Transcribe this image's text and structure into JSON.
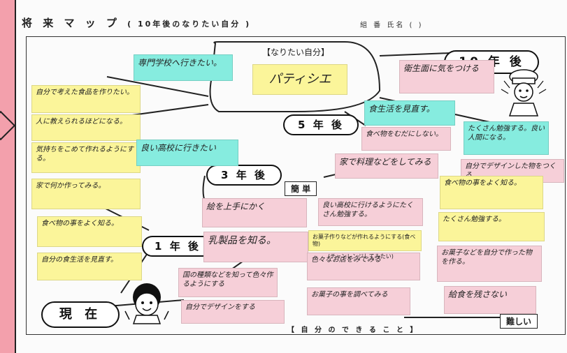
{
  "header": {
    "title": "将 来 マ ッ プ",
    "subtitle": "( 10年後のなりたい自分 )",
    "class_field": "組   番 氏名 (                  )"
  },
  "center_label": "【なりたい自分】",
  "dream": "パティシエ",
  "stages": {
    "year10": "10 年 後",
    "year5": "5 年 後",
    "year3": "3 年 後",
    "year1": "1 年 後",
    "now": "現 在"
  },
  "side_tags": {
    "easy": "簡 単",
    "hard": "難しい",
    "can_do": "【 自 分 の で き る こ と 】"
  },
  "notes": {
    "yellow_left": [
      "自分で考えた食品を作りたい。",
      "人に教えられるほどになる。",
      "気持ちをこめて作れるようにする。",
      "家で何か作ってみる。",
      "食べ物の事をよく知る。",
      "自分の食生活を見直す。"
    ],
    "cyan": {
      "senmon": "専門学校へ行きたい。",
      "shokuseikatsu": "食生活を見直す。",
      "koukou": "良い高校に行きたい",
      "benkyou": "たくさん勉強する。良い人間になる。"
    },
    "pink": {
      "eisei": "衛生面に気をつける",
      "tabemono": "食べ物をむだにしない。",
      "kaji": "家で料理などをしてみる",
      "design": "自分でデザインした物をつくる",
      "e": "絵を上手にかく",
      "koukou2": "良い高校に行けるようにたくさん勉強する。",
      "nyuseihin": "乳製品を知る。",
      "mise": "色々なお店をみてみる",
      "shurui": "国の種類などを知って色々作るようにする",
      "kashi": "お菓子の事を調べてみる",
      "gen": "自分でデザインをする"
    },
    "yellow_right": [
      "食べ物の事をよく知る。",
      "たくさん勉強する。"
    ],
    "right_pink": [
      "お菓子などを自分で作った物を作る。",
      "給食を残さない"
    ],
    "small_texts": [
      "(チャンレンジしてみたい)",
      "お菓子作りなどが作れるようにする(食べ物)"
    ]
  }
}
